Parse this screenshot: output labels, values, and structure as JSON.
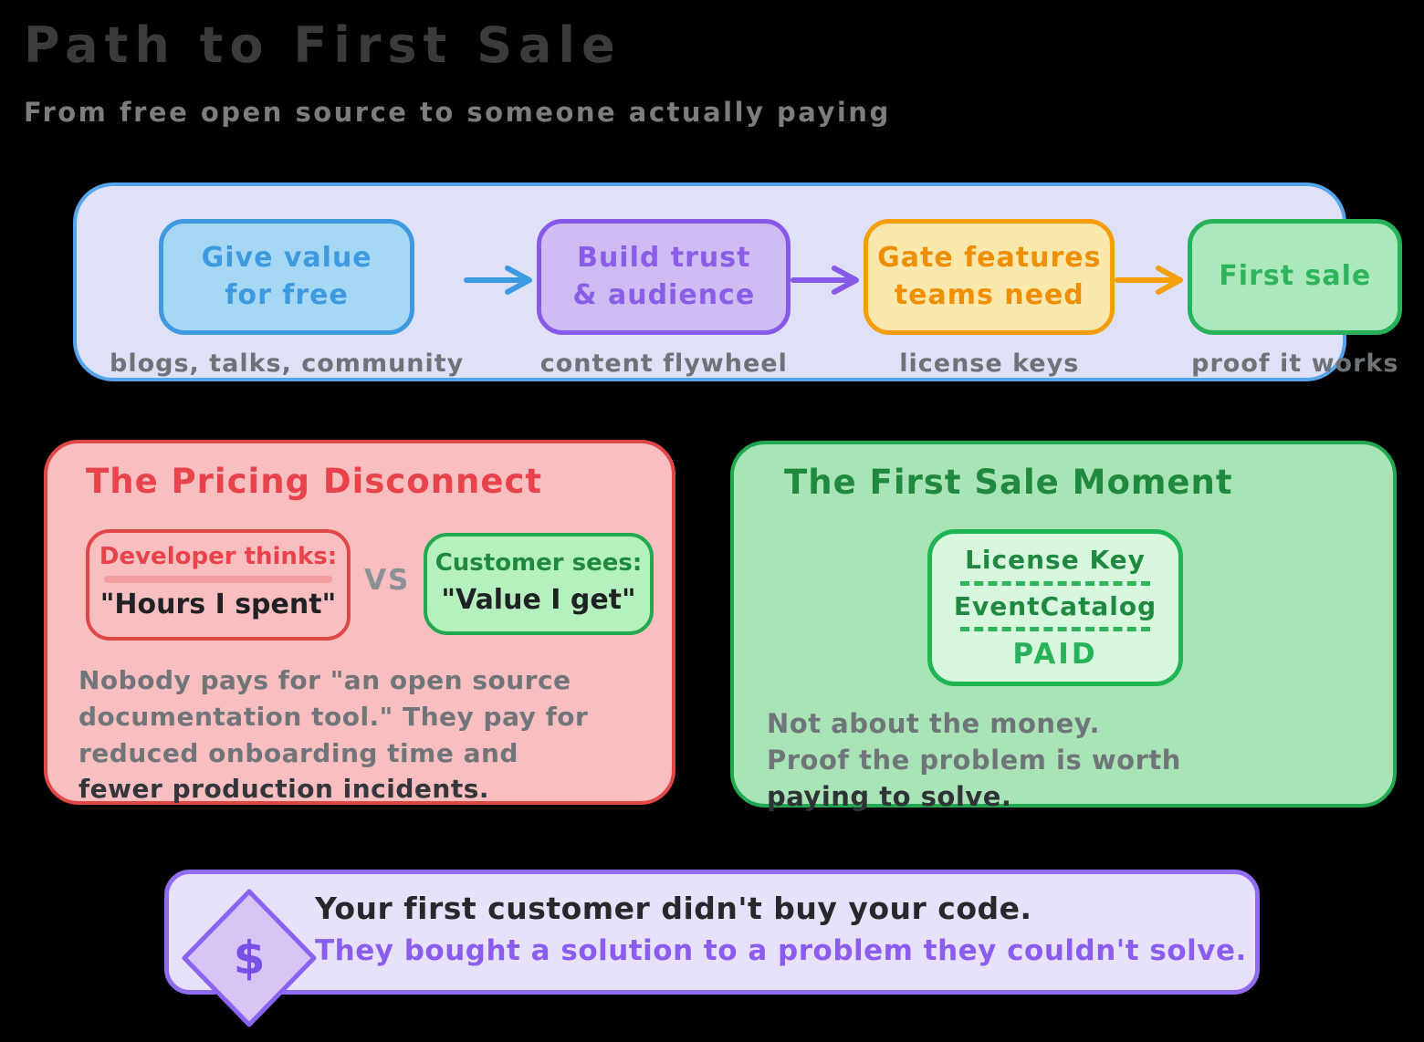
{
  "page": {
    "title": "Path to First Sale",
    "subtitle": "From free open source to someone actually paying",
    "background_color": "#000000"
  },
  "flow": {
    "steps": [
      {
        "label": "Give value\nfor free",
        "caption": "blogs, talks, community",
        "accent": "#3d99e0",
        "fill": "#a6d8f4"
      },
      {
        "label": "Build trust\n& audience",
        "caption": "content flywheel",
        "accent": "#8659e8",
        "fill": "#cebcf2"
      },
      {
        "label": "Gate features\nteams need",
        "caption": "license keys",
        "accent": "#f59e0b",
        "fill": "#fbe8ad"
      },
      {
        "label": "First sale",
        "caption": "proof it works",
        "accent": "#27b159",
        "fill": "#abe9bd"
      }
    ],
    "container_fill": "#dfe1f8",
    "container_border": "#55a4ec"
  },
  "pricing_card": {
    "title": "The Pricing Disconnect",
    "accent": "#e8434b",
    "fill": "#f9bebf",
    "developer_box": {
      "heading": "Developer thinks:",
      "quote": "\"Hours I spent\""
    },
    "vs_label": "VS",
    "customer_box": {
      "heading": "Customer sees:",
      "quote": "\"Value I get\""
    },
    "body_gray": "Nobody pays for \"an open source documentation tool.\" They pay for reduced onboarding time and ",
    "body_bold": "fewer production incidents."
  },
  "sale_card": {
    "title": "The First Sale Moment",
    "accent": "#1f8a3f",
    "fill": "#a9e4b6",
    "license_box": {
      "line1": "License Key",
      "line2": "EventCatalog",
      "status": "PAID"
    },
    "body_lines": [
      "Not about the money.",
      "Proof the problem is worth",
      "paying to solve."
    ]
  },
  "banner": {
    "icon_glyph": "$",
    "headline": "Your first customer didn't buy your code.",
    "subline": "They bought a solution to a problem they couldn't solve.",
    "fill": "#e8e1fb",
    "accent": "#8f6cf0"
  }
}
